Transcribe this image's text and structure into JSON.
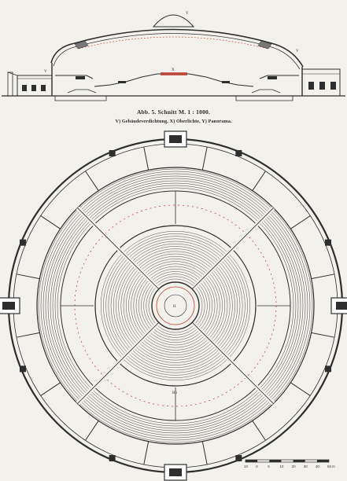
{
  "figure": {
    "caption_title": "Abb. 5. Schnitt M. 1 : 1000.",
    "caption_legend": "V) Gebäudeverdichtung, X) Oberlichte, Y) Panorama."
  },
  "section_labels": {
    "v_left": "V",
    "v_right": "V",
    "x_center": "X",
    "y_center": "Y"
  },
  "plan_labels": {
    "center": "H",
    "ring_bottom": "Bü"
  },
  "scale_bar": {
    "ticks": [
      "10",
      "0",
      "5",
      "10",
      "20",
      "30",
      "40",
      "50"
    ],
    "unit": "m"
  },
  "colors": {
    "ink": "#2e2e2e",
    "red_accent": "#c0392b",
    "paper": "#f3f1ec",
    "hatch": "#555555"
  }
}
